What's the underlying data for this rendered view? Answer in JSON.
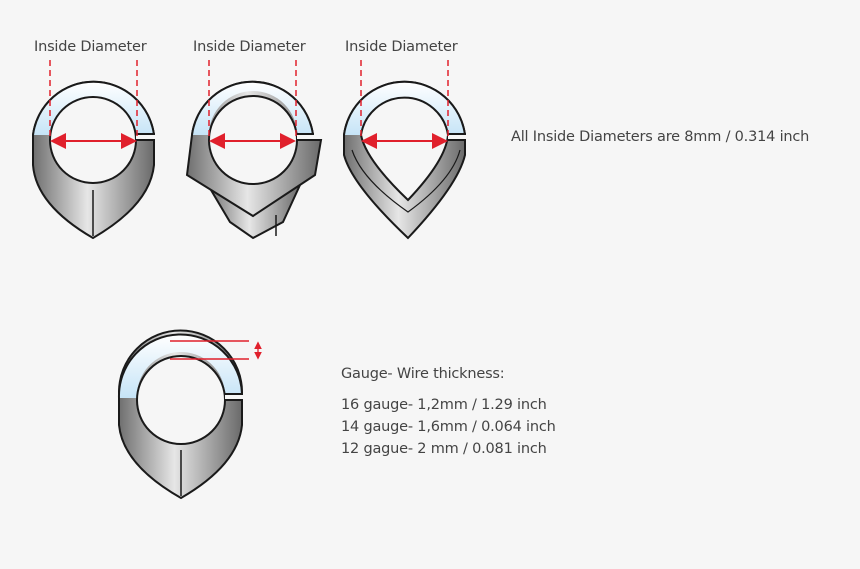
{
  "diagrams": [
    {
      "label": "Inside Diameter",
      "shape": "teardrop"
    },
    {
      "label": "Inside Diameter",
      "shape": "shield"
    },
    {
      "label": "Inside Diameter",
      "shape": "pointed-teardrop"
    }
  ],
  "inside_note": "All Inside Diameters are 8mm / 0.314 inch",
  "gauge": {
    "title": "Gauge- Wire thickness:",
    "rows": [
      "16 gauge- 1,2mm / 1.29 inch",
      "14 gauge- 1,6mm / 0.064 inch",
      "12 gague- 2 mm / 0.081 inch"
    ]
  },
  "colors": {
    "background": "#f6f6f6",
    "measure_red": "#e0202c",
    "ring_top_blue": "#cfe8f7",
    "ring_body_gray": "#9a9a9a",
    "outline": "#1a1a1a",
    "text": "#444444"
  }
}
